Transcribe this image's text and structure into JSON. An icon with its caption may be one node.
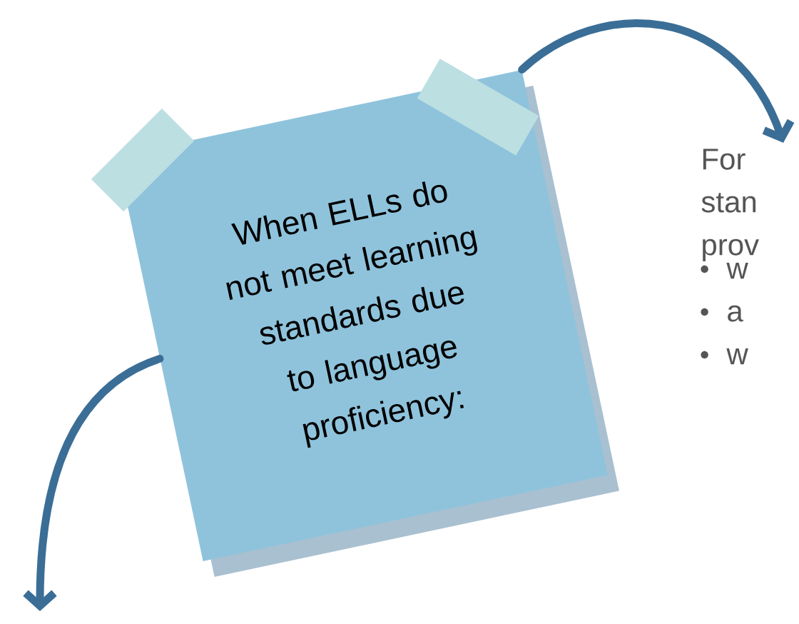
{
  "diagram": {
    "nodes": [
      {
        "text": [
          "When ELLs do not meet learning standards due to language proficiency:"
        ]
      },
      {
        "text": [
          "For stan prov",
          "w",
          "a",
          "w"
        ]
      }
    ],
    "edges": [
      {
        "from": 0,
        "to": 1,
        "arrow": "to"
      },
      {
        "from": 0,
        "to": null,
        "arrow": "to"
      }
    ]
  }
}
